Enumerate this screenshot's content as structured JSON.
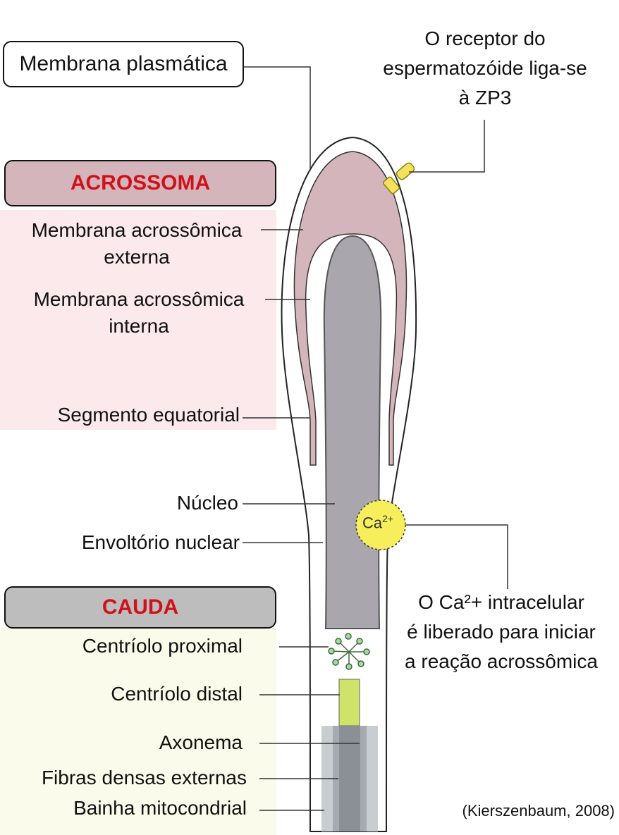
{
  "membrane_label": "Membrana plasmática",
  "receptor_note": [
    "O receptor do",
    "espermatozóide liga-se",
    "à ZP3"
  ],
  "acrossoma": {
    "header": "ACROSSOMA",
    "labels": {
      "outer_membrane": [
        "Membrana acrossômica",
        "externa"
      ],
      "inner_membrane": [
        "Membrana acrossômica",
        "interna"
      ],
      "equatorial": "Segmento equatorial"
    }
  },
  "nucleus_labels": {
    "nucleus": "Núcleo",
    "envelope": "Envoltório nuclear"
  },
  "calcium": {
    "badge": "Ca",
    "badge_sup": "2+",
    "note": [
      "O Ca²+ intracelular",
      "é liberado para iniciar",
      "a reação acrossômica"
    ]
  },
  "cauda": {
    "header": "CAUDA",
    "labels": {
      "proximal": "Centríolo proximal",
      "distal": "Centríolo distal",
      "axonema": "Axonema",
      "fibras": "Fibras densas externas",
      "bainha": "Bainha mitocondrial"
    }
  },
  "credit": "(Kierszenbaum, 2008)",
  "colors": {
    "acrosome": "#d3b5bb",
    "nucleus": "#a9a7ad",
    "centriole": "#cfe36a",
    "calcium": "#f6ee5a",
    "label_red": "#d0101a"
  }
}
